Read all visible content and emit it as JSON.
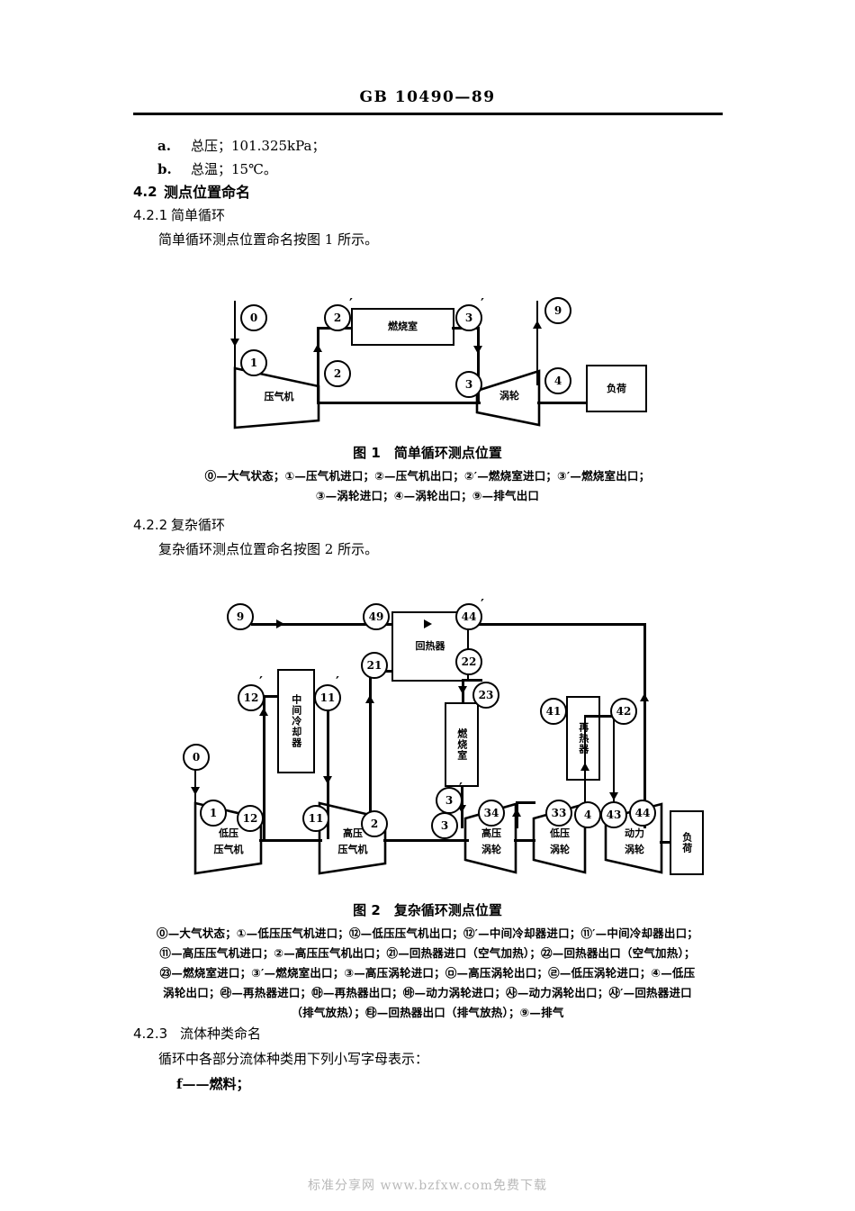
{
  "header": {
    "standard_no": "GB 10490—89"
  },
  "items": {
    "a_marker": "a.",
    "a_text": "总压；101.325kPa；",
    "b_marker": "b.",
    "b_text": "总温；15℃。"
  },
  "sections": {
    "s42_no": "4.2",
    "s42_title": "测点位置命名",
    "s421_no": "4.2.1",
    "s421_title": "简单循环",
    "s421_body": "简单循环测点位置命名按图 1 所示。",
    "s422_no": "4.2.2",
    "s422_title": "复杂循环",
    "s422_body": "复杂循环测点位置命名按图 2 所示。",
    "s423_no": "4.2.3",
    "s423_title": "流体种类命名",
    "s423_body": "循环中各部分流体种类用下列小写字母表示：",
    "s423_item_f": "f——燃料；"
  },
  "figure1": {
    "caption_title": "图 1　简单循环测点位置",
    "caption_line1": "⓪—大气状态；①—压气机进口；②—压气机出口；②′—燃烧室进口；③′—燃烧室出口；",
    "caption_line2": "③—涡轮进口；④—涡轮出口；⑨—排气出口",
    "components": {
      "compressor": "压气机",
      "combustor": "燃烧室",
      "turbine": "涡轮",
      "load": "负荷"
    },
    "station_labels": {
      "s0": "0",
      "s1": "1",
      "s2": "2",
      "s2p": "2",
      "s3p": "3",
      "s3": "3",
      "s4": "4",
      "s9": "9"
    }
  },
  "figure2": {
    "caption_title": "图 2　复杂循环测点位置",
    "caption_line1": "⓪—大气状态；①—低压压气机进口；⑫—低压压气机出口；⑫′—中间冷却器进口；⑪′—中间冷却器出口；",
    "caption_line2": "⑪—高压压气机进口；②—高压压气机出口；㉑—回热器进口（空气加热）；㉒—回热器出口（空气加热）；",
    "caption_line3": "㉓—燃烧室进口；③′—燃烧室出口；③—高压涡轮进口；㉤—高压涡轮出口；㉣—低压涡轮进口；④—低压",
    "caption_line4": "涡轮出口；㉱—再热器进口；㉲—再热器出口；㉳—动力涡轮进口；㉴—动力涡轮出口；㉴′—回热器进口",
    "caption_line5": "（排气放热）；㉹—回热器出口（排气放热）；⑨—排气",
    "components": {
      "lp_compressor": "低压\n压气机",
      "lp_compressor_l1": "低压",
      "lp_compressor_l2": "压气机",
      "hp_compressor_l1": "高压",
      "hp_compressor_l2": "压气机",
      "intercooler": "中间冷却器",
      "regenerator": "回热器",
      "combustor": "燃烧室",
      "reheater": "再热器",
      "hp_turbine_l1": "高压",
      "hp_turbine_l2": "涡轮",
      "lp_turbine_l1": "低压",
      "lp_turbine_l2": "涡轮",
      "power_turbine_l1": "动力",
      "power_turbine_l2": "涡轮",
      "load": "负荷"
    },
    "station_labels": {
      "s0": "0",
      "s1": "1",
      "s12": "12",
      "s12p": "12",
      "s11p": "11",
      "s11": "11",
      "s2": "2",
      "s21": "21",
      "s22": "22",
      "s23": "23",
      "s3p": "3",
      "s3": "3",
      "s34": "34",
      "s33": "33",
      "s4": "4",
      "s41": "41",
      "s42": "42",
      "s43": "43",
      "s44": "44",
      "s44p": "44",
      "s49": "49",
      "s9": "9"
    }
  },
  "footer": {
    "watermark": "标准分享网  www.bzfxw.com免费下载"
  }
}
